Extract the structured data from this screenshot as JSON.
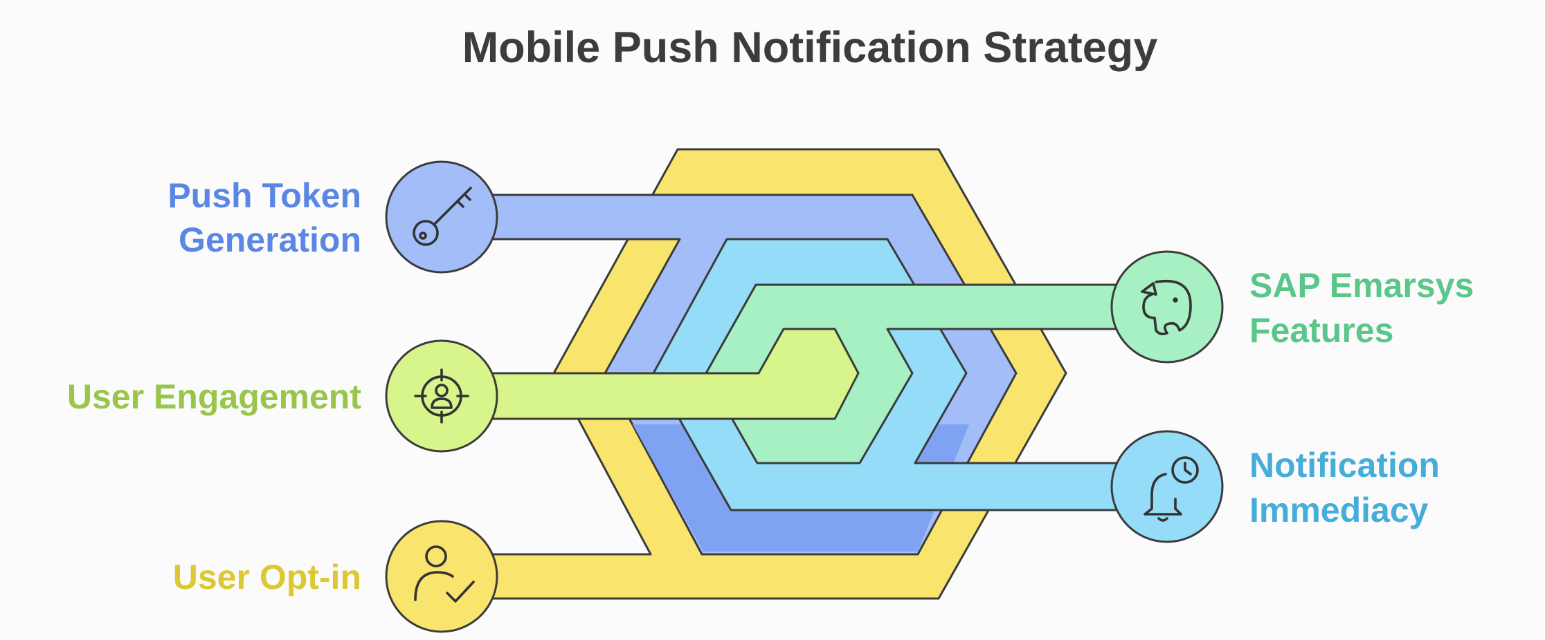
{
  "title": "Mobile Push Notification Strategy",
  "colors": {
    "optin": "#f9e56d",
    "optin_text": "#dcc832",
    "token": "#a3bdf8",
    "token_inner": "#7fa2f2",
    "token_text": "#5a86e4",
    "immediacy": "#95dcf8",
    "immediacy_text": "#46acd9",
    "features": "#a6f0c4",
    "features_text": "#5bc68a",
    "engagement": "#d7f58a",
    "engagement_text": "#99c54b",
    "outline": "#3b3b3b"
  },
  "items": {
    "token": {
      "line1": "Push Token",
      "line2": "Generation",
      "icon": "key-icon"
    },
    "engagement": {
      "line1": "User Engagement",
      "icon": "target-user-icon"
    },
    "optin": {
      "line1": "User Opt-in",
      "icon": "user-check-icon"
    },
    "features": {
      "line1": "SAP Emarsys",
      "line2": "Features",
      "icon": "elephant-icon"
    },
    "immediacy": {
      "line1": "Notification",
      "line2": "Immediacy",
      "icon": "bell-clock-icon"
    }
  }
}
